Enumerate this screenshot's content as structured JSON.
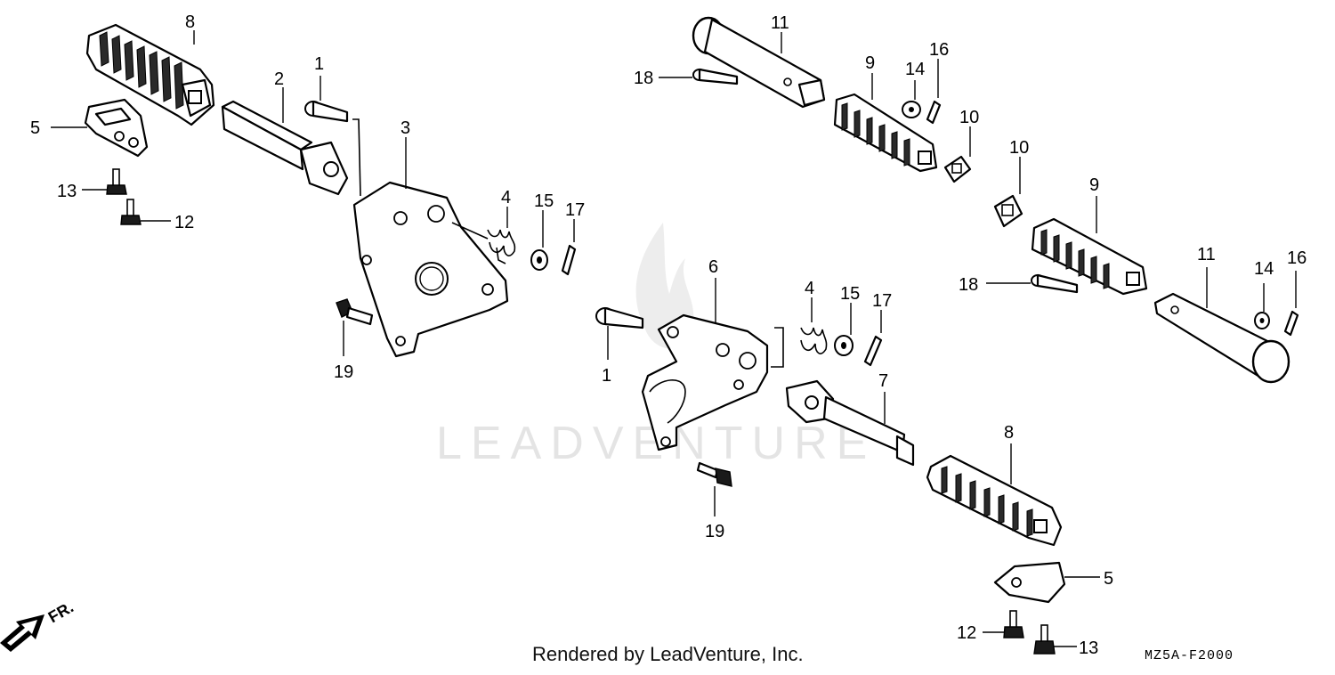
{
  "diagram": {
    "callouts": {
      "c1a": "1",
      "c1b": "1",
      "c2": "2",
      "c3": "3",
      "c4a": "4",
      "c4b": "4",
      "c5a": "5",
      "c5b": "5",
      "c6": "6",
      "c7": "7",
      "c8a": "8",
      "c8b": "8",
      "c9a": "9",
      "c9b": "9",
      "c10a": "10",
      "c10b": "10",
      "c11a": "11",
      "c11b": "11",
      "c12a": "12",
      "c12b": "12",
      "c13a": "13",
      "c13b": "13",
      "c14a": "14",
      "c14b": "14",
      "c15a": "15",
      "c15b": "15",
      "c16a": "16",
      "c16b": "16",
      "c17a": "17",
      "c17b": "17",
      "c18a": "18",
      "c18b": "18",
      "c19a": "19",
      "c19b": "19"
    },
    "direction_label": "FR.",
    "watermark": "LEADVENTURE",
    "footer_text": "Rendered by LeadVenture, Inc.",
    "diagram_code": "MZ5A-F2000"
  }
}
